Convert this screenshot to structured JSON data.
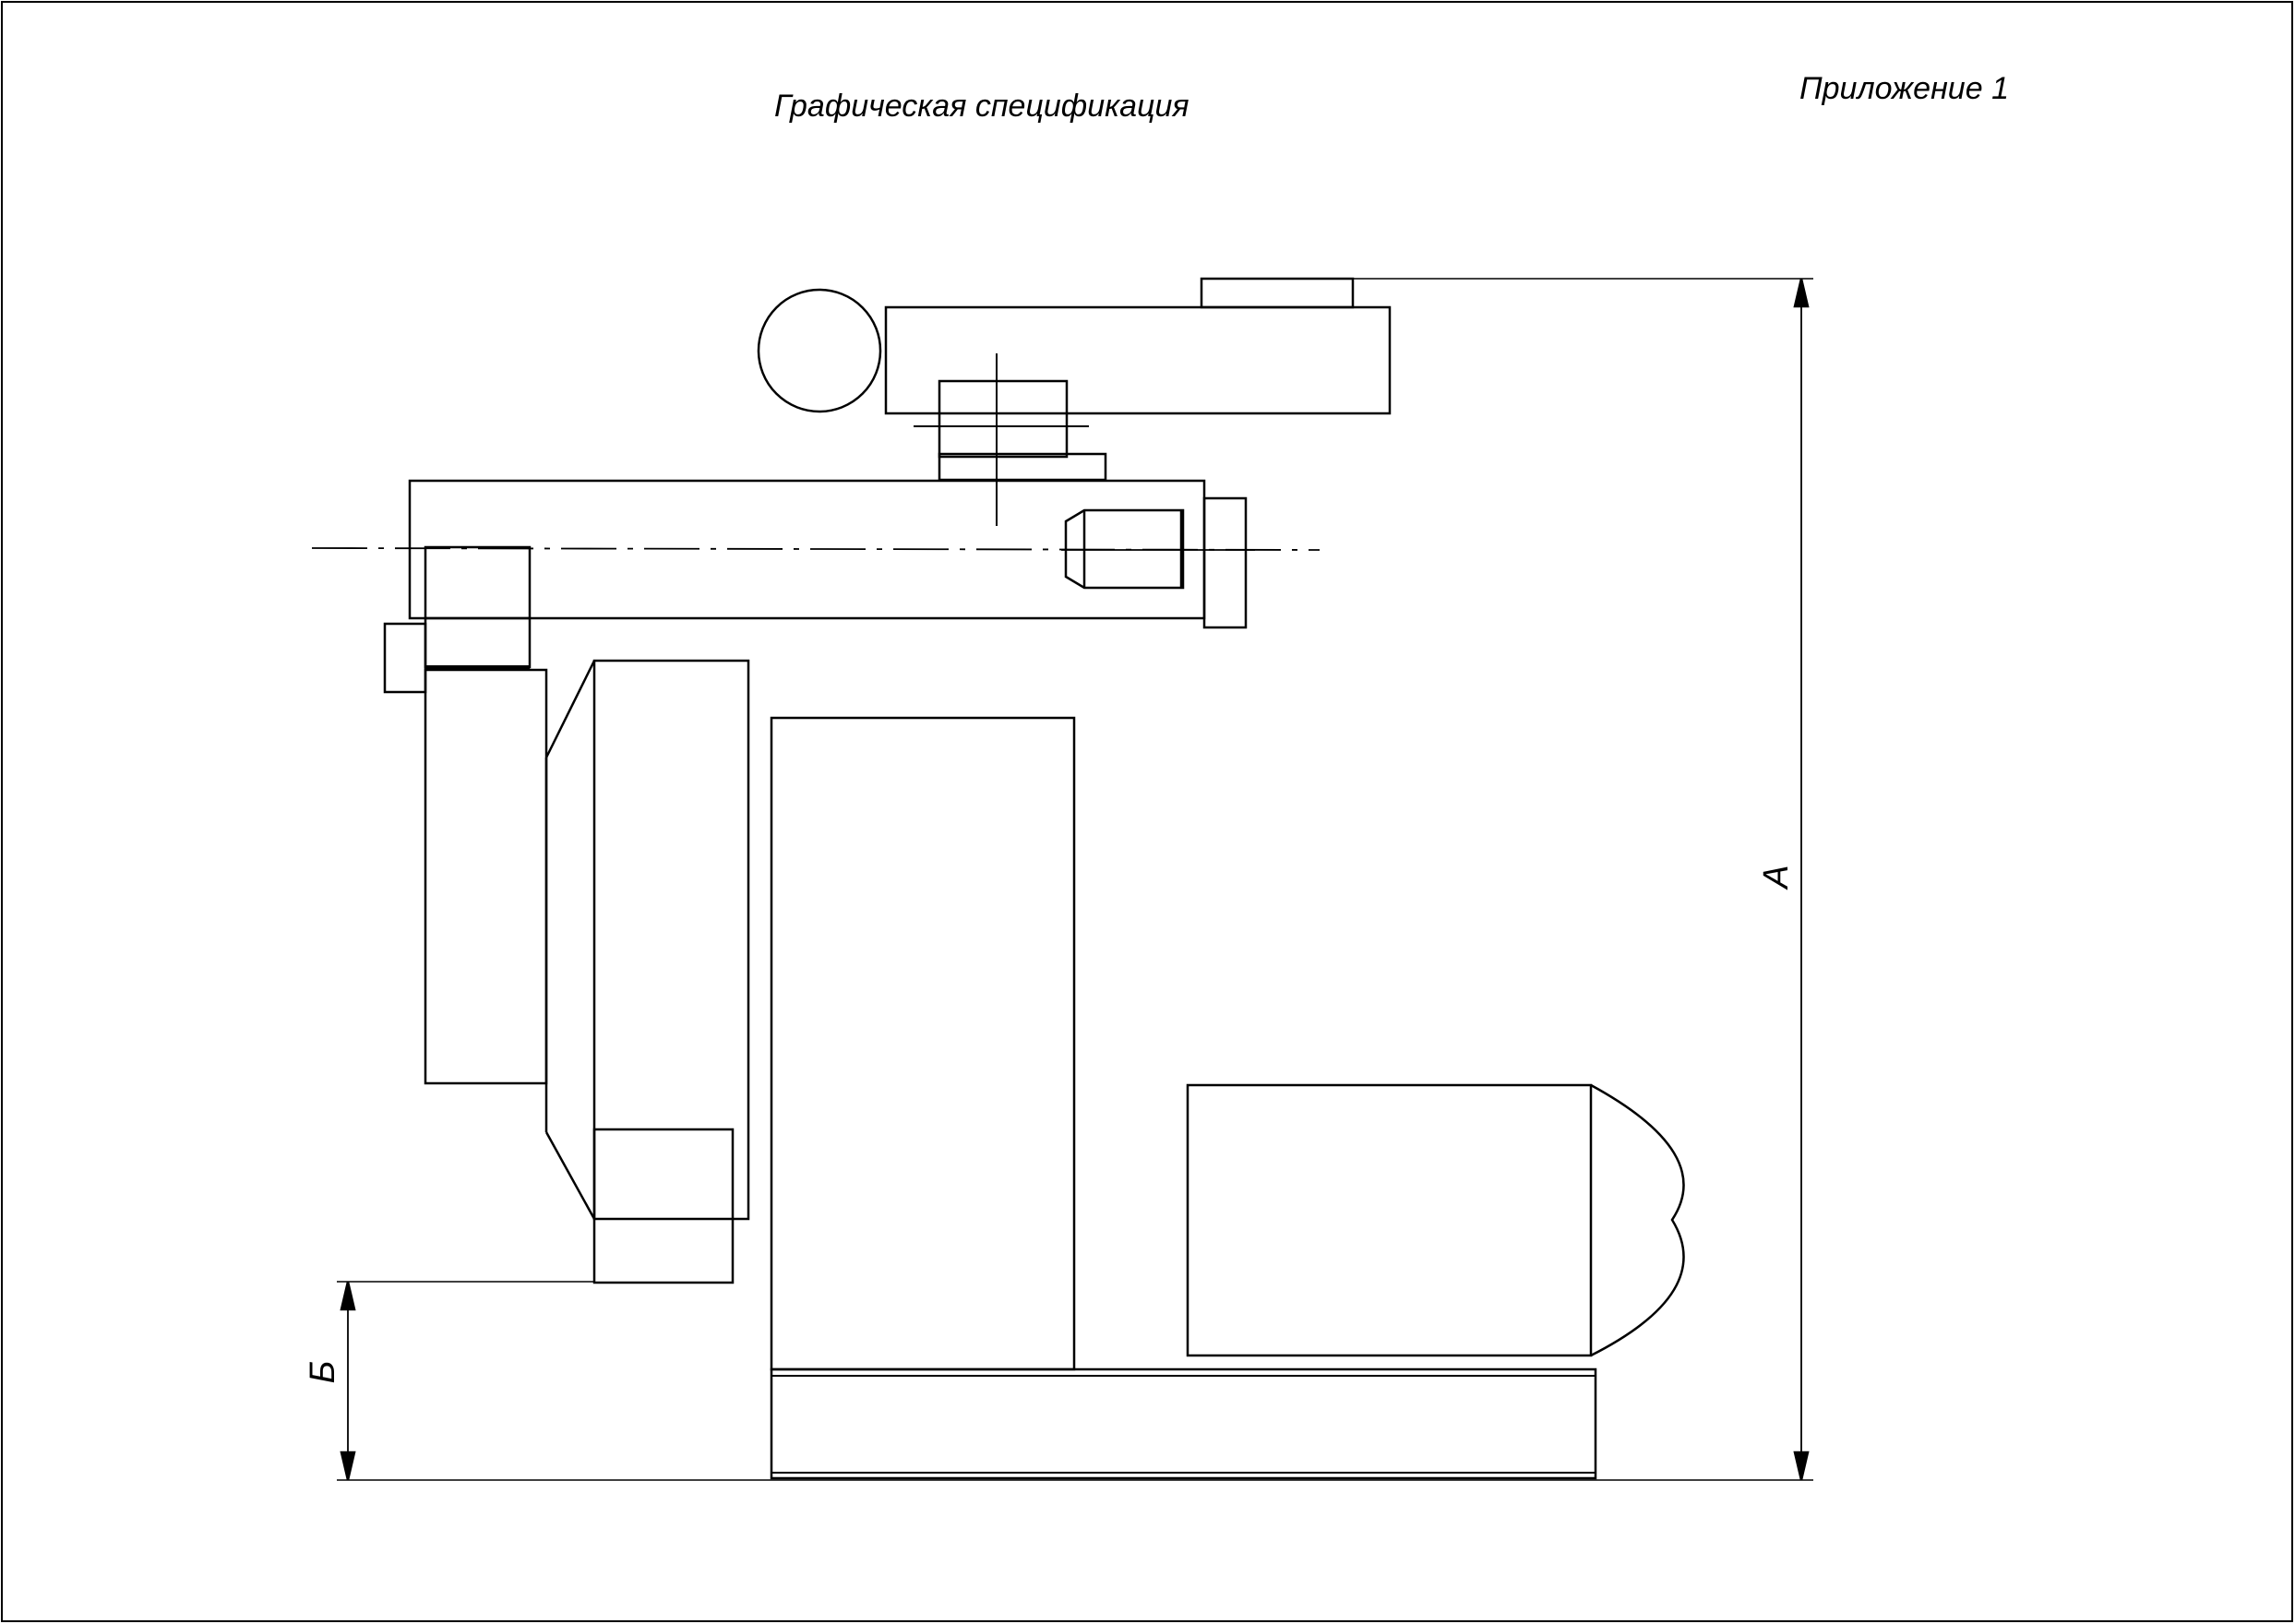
{
  "header": {
    "title": "Графическая спецификация",
    "appendix": "Приложение 1"
  },
  "dimensions": {
    "overall_height_label": "А",
    "base_height_label": "Б"
  }
}
